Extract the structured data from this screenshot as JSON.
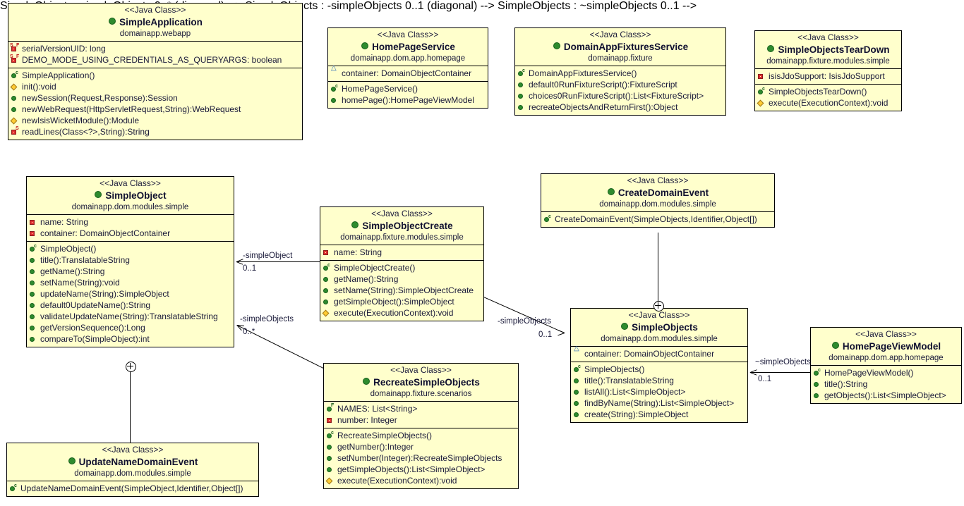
{
  "diagram": {
    "type": "uml-class-diagram",
    "stereotype": "<<Java Class>>",
    "background_color": "#ffffff",
    "class_fill_color": "#ffffcc",
    "border_color": "#000000",
    "text_color": "#1a1a3a"
  },
  "classes": [
    {
      "id": "simple-application",
      "stereotype": "<<Java Class>>",
      "name": "SimpleApplication",
      "package": "domainapp.webapp",
      "fields": [
        {
          "icon": "private-static-final-field-icon",
          "text": "serialVersionUID: long"
        },
        {
          "icon": "private-static-final-field-icon",
          "text": "DEMO_MODE_USING_CREDENTIALS_AS_QUERYARGS: boolean"
        }
      ],
      "methods": [
        {
          "icon": "public-constructor-icon",
          "text": "SimpleApplication()"
        },
        {
          "icon": "protected-method-icon",
          "text": "init():void"
        },
        {
          "icon": "public-method-icon",
          "text": "newSession(Request,Response):Session"
        },
        {
          "icon": "public-method-icon",
          "text": "newWebRequest(HttpServletRequest,String):WebRequest"
        },
        {
          "icon": "protected-method-icon",
          "text": "newIsisWicketModule():Module"
        },
        {
          "icon": "private-static-method-icon",
          "text": "readLines(Class<?>,String):String"
        }
      ]
    },
    {
      "id": "home-page-service",
      "stereotype": "<<Java Class>>",
      "name": "HomePageService",
      "package": "domainapp.dom.app.homepage",
      "fields": [
        {
          "icon": "package-field-icon",
          "text": "container: DomainObjectContainer"
        }
      ],
      "methods": [
        {
          "icon": "public-constructor-icon",
          "text": "HomePageService()"
        },
        {
          "icon": "public-method-icon",
          "text": "homePage():HomePageViewModel"
        }
      ]
    },
    {
      "id": "domain-app-fixtures-service",
      "stereotype": "<<Java Class>>",
      "name": "DomainAppFixturesService",
      "package": "domainapp.fixture",
      "fields": [],
      "methods": [
        {
          "icon": "public-constructor-icon",
          "text": "DomainAppFixturesService()"
        },
        {
          "icon": "public-method-icon",
          "text": "default0RunFixtureScript():FixtureScript"
        },
        {
          "icon": "public-method-icon",
          "text": "choices0RunFixtureScript():List<FixtureScript>"
        },
        {
          "icon": "public-method-icon",
          "text": "recreateObjectsAndReturnFirst():Object"
        }
      ]
    },
    {
      "id": "simple-objects-tear-down",
      "stereotype": "<<Java Class>>",
      "name": "SimpleObjectsTearDown",
      "package": "domainapp.fixture.modules.simple",
      "fields": [
        {
          "icon": "private-field-icon",
          "text": "isisJdoSupport: IsisJdoSupport"
        }
      ],
      "methods": [
        {
          "icon": "public-constructor-icon",
          "text": "SimpleObjectsTearDown()"
        },
        {
          "icon": "protected-method-icon",
          "text": "execute(ExecutionContext):void"
        }
      ]
    },
    {
      "id": "simple-object",
      "stereotype": "<<Java Class>>",
      "name": "SimpleObject",
      "package": "domainapp.dom.modules.simple",
      "fields": [
        {
          "icon": "private-field-icon",
          "text": "name: String"
        },
        {
          "icon": "private-field-icon",
          "text": "container: DomainObjectContainer"
        }
      ],
      "methods": [
        {
          "icon": "public-constructor-icon",
          "text": "SimpleObject()"
        },
        {
          "icon": "public-method-icon",
          "text": "title():TranslatableString"
        },
        {
          "icon": "public-method-icon",
          "text": "getName():String"
        },
        {
          "icon": "public-method-icon",
          "text": "setName(String):void"
        },
        {
          "icon": "public-method-icon",
          "text": "updateName(String):SimpleObject"
        },
        {
          "icon": "public-method-icon",
          "text": "default0UpdateName():String"
        },
        {
          "icon": "public-method-icon",
          "text": "validateUpdateName(String):TranslatableString"
        },
        {
          "icon": "public-method-icon",
          "text": "getVersionSequence():Long"
        },
        {
          "icon": "public-method-icon",
          "text": "compareTo(SimpleObject):int"
        }
      ]
    },
    {
      "id": "simple-object-create",
      "stereotype": "<<Java Class>>",
      "name": "SimpleObjectCreate",
      "package": "domainapp.fixture.modules.simple",
      "fields": [
        {
          "icon": "private-field-icon",
          "text": "name: String"
        }
      ],
      "methods": [
        {
          "icon": "public-constructor-icon",
          "text": "SimpleObjectCreate()"
        },
        {
          "icon": "public-method-icon",
          "text": "getName():String"
        },
        {
          "icon": "public-method-icon",
          "text": "setName(String):SimpleObjectCreate"
        },
        {
          "icon": "public-method-icon",
          "text": "getSimpleObject():SimpleObject"
        },
        {
          "icon": "protected-method-icon",
          "text": "execute(ExecutionContext):void"
        }
      ]
    },
    {
      "id": "create-domain-event",
      "stereotype": "<<Java Class>>",
      "name": "CreateDomainEvent",
      "package": "domainapp.dom.modules.simple",
      "fields": [],
      "methods": [
        {
          "icon": "public-constructor-icon",
          "text": "CreateDomainEvent(SimpleObjects,Identifier,Object[])"
        }
      ]
    },
    {
      "id": "simple-objects",
      "stereotype": "<<Java Class>>",
      "name": "SimpleObjects",
      "package": "domainapp.dom.modules.simple",
      "fields": [
        {
          "icon": "package-field-icon",
          "text": "container: DomainObjectContainer"
        }
      ],
      "methods": [
        {
          "icon": "public-constructor-icon",
          "text": "SimpleObjects()"
        },
        {
          "icon": "public-method-icon",
          "text": "title():TranslatableString"
        },
        {
          "icon": "public-method-icon",
          "text": "listAll():List<SimpleObject>"
        },
        {
          "icon": "public-method-icon",
          "text": "findByName(String):List<SimpleObject>"
        },
        {
          "icon": "public-method-icon",
          "text": "create(String):SimpleObject"
        }
      ]
    },
    {
      "id": "home-page-view-model",
      "stereotype": "<<Java Class>>",
      "name": "HomePageViewModel",
      "package": "domainapp.dom.app.homepage",
      "fields": [],
      "methods": [
        {
          "icon": "public-constructor-icon",
          "text": "HomePageViewModel()"
        },
        {
          "icon": "public-method-icon",
          "text": "title():String"
        },
        {
          "icon": "public-method-icon",
          "text": "getObjects():List<SimpleObject>"
        }
      ]
    },
    {
      "id": "recreate-simple-objects",
      "stereotype": "<<Java Class>>",
      "name": "RecreateSimpleObjects",
      "package": "domainapp.fixture.scenarios",
      "fields": [
        {
          "icon": "public-static-final-field-icon",
          "text": "NAMES: List<String>"
        },
        {
          "icon": "private-field-icon",
          "text": "number: Integer"
        }
      ],
      "methods": [
        {
          "icon": "public-constructor-icon",
          "text": "RecreateSimpleObjects()"
        },
        {
          "icon": "public-method-icon",
          "text": "getNumber():Integer"
        },
        {
          "icon": "public-method-icon",
          "text": "setNumber(Integer):RecreateSimpleObjects"
        },
        {
          "icon": "public-method-icon",
          "text": "getSimpleObjects():List<SimpleObject>"
        },
        {
          "icon": "protected-method-icon",
          "text": "execute(ExecutionContext):void"
        }
      ]
    },
    {
      "id": "update-name-domain-event",
      "stereotype": "<<Java Class>>",
      "name": "UpdateNameDomainEvent",
      "package": "domainapp.dom.modules.simple",
      "fields": [],
      "methods": [
        {
          "icon": "public-constructor-icon",
          "text": "UpdateNameDomainEvent(SimpleObject,Identifier,Object[])"
        }
      ]
    }
  ],
  "associations": [
    {
      "id": "create-to-simpleobject",
      "role": "-simpleObject",
      "multiplicity": "0..1"
    },
    {
      "id": "recreate-to-simpleobject",
      "role": "-simpleObjects",
      "multiplicity": "0..*"
    },
    {
      "id": "create-to-simpleobjects",
      "role": "-simpleObjects",
      "multiplicity": "0..1"
    },
    {
      "id": "viewmodel-to-simpleobjects",
      "role": "~simpleObjects",
      "multiplicity": "0..1"
    }
  ],
  "nestings": [
    {
      "id": "simpleobject-nests-updatename",
      "owner": "SimpleObject",
      "nested": "UpdateNameDomainEvent"
    },
    {
      "id": "simpleobjects-nests-createevent",
      "owner": "SimpleObjects",
      "nested": "CreateDomainEvent"
    }
  ]
}
